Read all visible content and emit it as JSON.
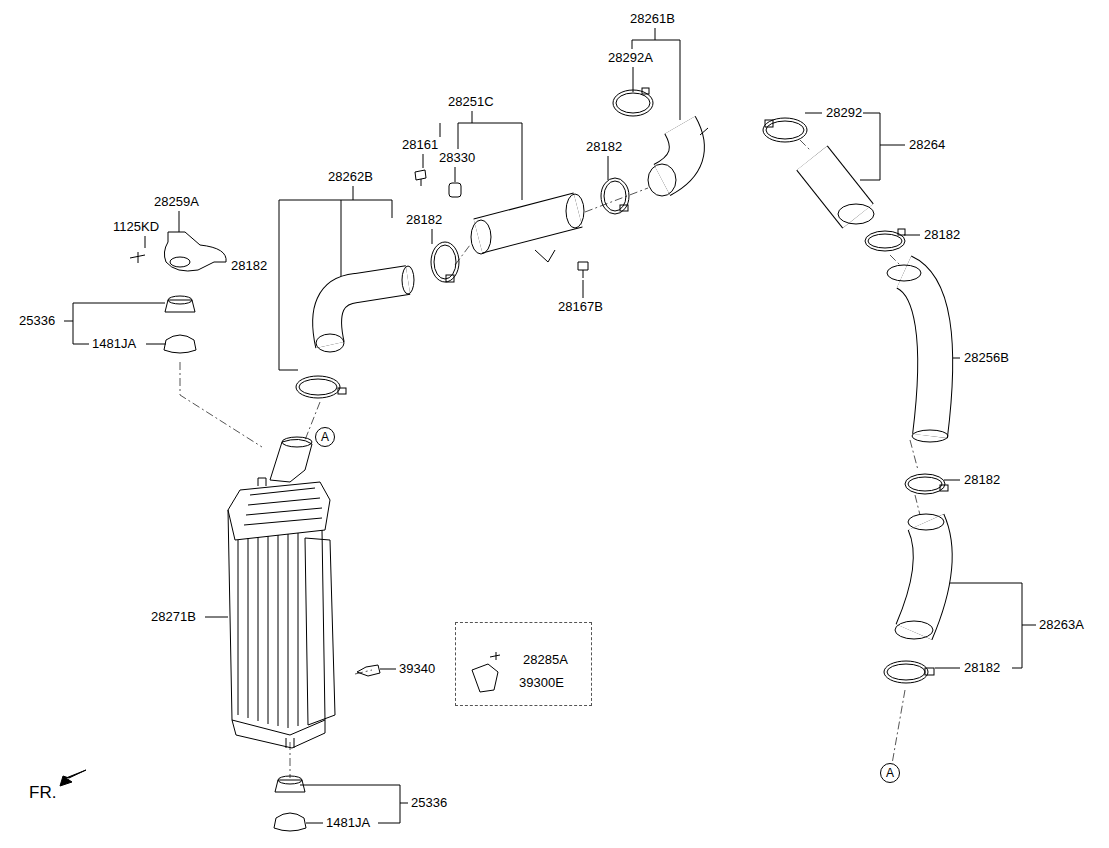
{
  "diagram": {
    "nodes": [
      {
        "text": [
          "A"
        ]
      },
      {
        "text": [
          "28285A",
          "39300E"
        ]
      },
      {
        "text": [
          "A"
        ]
      }
    ],
    "labels": [
      "28261B",
      "28292A",
      "28251C",
      "28292",
      "28264",
      "28161",
      "28182",
      "28330",
      "28262B",
      "28259A",
      "28182",
      "1125KD",
      "28182",
      "28182",
      "28167B",
      "25336",
      "1481JA",
      "28256B",
      "28182",
      "28271B",
      "28263A",
      "39340",
      "28182",
      "FR.",
      "25336",
      "1481JA"
    ]
  }
}
